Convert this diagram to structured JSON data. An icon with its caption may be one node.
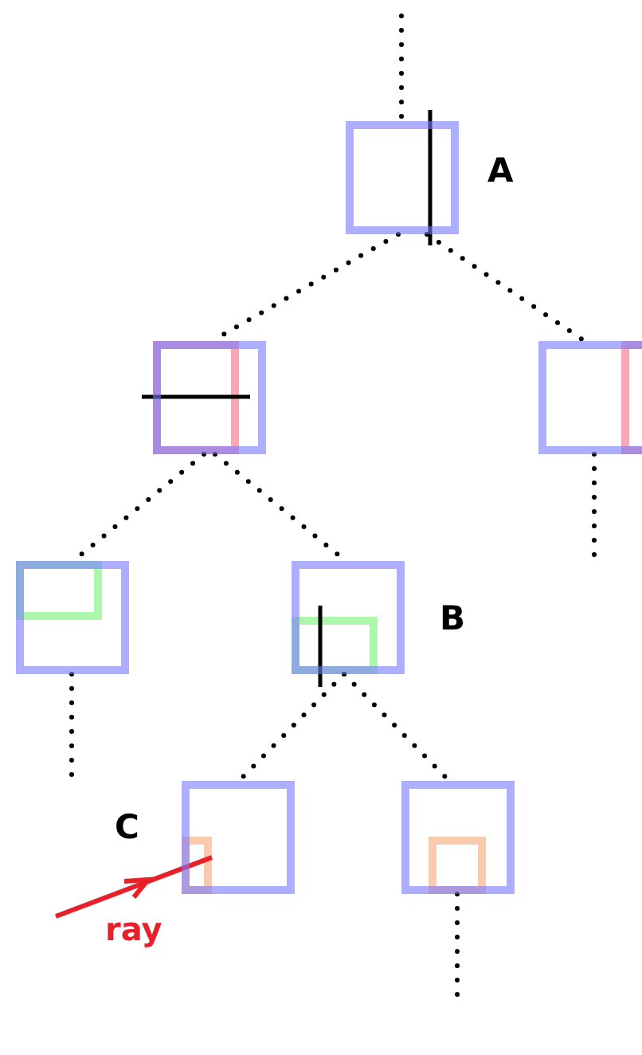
{
  "diagram": {
    "nodes": [
      {
        "text": [],
        "shape": "box",
        "beside": [
          "A"
        ]
      },
      {
        "text": [],
        "shape": "box"
      },
      {
        "text": [],
        "shape": "box"
      },
      {
        "text": [],
        "shape": "box"
      },
      {
        "text": [],
        "shape": "box",
        "beside": [
          "B"
        ]
      },
      {
        "text": [],
        "shape": "box",
        "beside": [
          "C"
        ]
      },
      {
        "text": [],
        "shape": "box"
      }
    ],
    "edges": [
      {
        "from": null,
        "to": 0,
        "arrow": "none",
        "style": "dashed"
      },
      {
        "from": 0,
        "to": 1,
        "arrow": "none",
        "style": "dashed"
      },
      {
        "from": 0,
        "to": 2,
        "arrow": "none",
        "style": "dashed"
      },
      {
        "from": 2,
        "to": null,
        "arrow": "none",
        "style": "dashed"
      },
      {
        "from": 1,
        "to": 3,
        "arrow": "none",
        "style": "dashed"
      },
      {
        "from": 1,
        "to": 4,
        "arrow": "none",
        "style": "dashed"
      },
      {
        "from": 3,
        "to": null,
        "arrow": "none",
        "style": "dashed"
      },
      {
        "from": 4,
        "to": 5,
        "arrow": "none",
        "style": "dashed"
      },
      {
        "from": 4,
        "to": 6,
        "arrow": "none",
        "style": "dashed"
      },
      {
        "from": 6,
        "to": null,
        "arrow": "none",
        "style": "dashed"
      }
    ],
    "labels": [
      "ray"
    ]
  }
}
